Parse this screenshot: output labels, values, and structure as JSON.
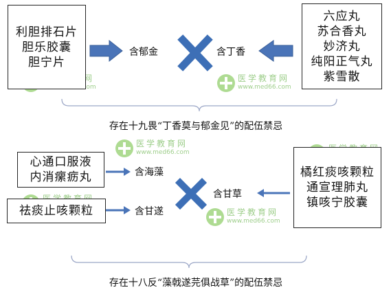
{
  "top": {
    "left_box": [
      "利胆排石片",
      "胆乐胶囊",
      "胆宁片"
    ],
    "right_box": [
      "六应丸",
      "苏合香丸",
      "妙济丸",
      "纯阳正气丸",
      "紫雪散"
    ],
    "left_label": "含郁金",
    "right_label": "含丁香",
    "caption": "存在十九畏“丁香莫与郁金见”的配伍禁忌"
  },
  "bottom": {
    "left_box_1": [
      "心通口服液",
      "内消瘰疬丸"
    ],
    "left_box_2": [
      "祛痰止咳颗粒"
    ],
    "label_1": "含海藻",
    "label_2": "含甘遂",
    "right_label": "含甘草",
    "right_box": [
      "橘红痰咳颗粒",
      "通宣理肺丸",
      "镇咳宁胶囊"
    ],
    "caption": "存在十八反“藻戟遂芫俱战草”的配伍禁忌"
  },
  "watermark": {
    "cn": "医学教育网",
    "url": "www.med66.com"
  },
  "colors": {
    "arrow": "#4a74b8",
    "cross": "#3d6fb6",
    "wm_green": "#4da52a"
  },
  "icons": [
    "cross-icon",
    "arrow-right-icon",
    "arrow-left-icon",
    "watermark-logo-icon"
  ]
}
